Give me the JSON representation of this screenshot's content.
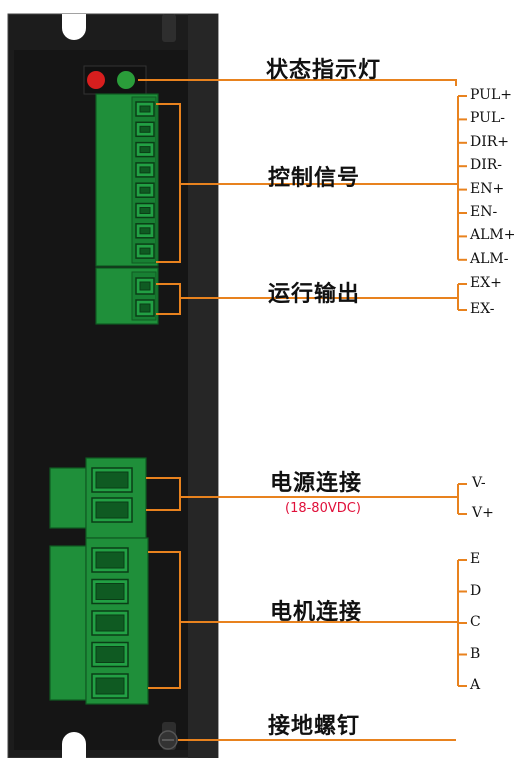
{
  "colors": {
    "leader": "#e8821e",
    "housing": "#1c1c1c",
    "housing_edge": "#3a3a3a",
    "connector": "#1f8f3a",
    "connector_dark": "#0f5a22",
    "led_red": "#d81e1e",
    "led_green": "#2a9d3a",
    "note": "#e0103a"
  },
  "sections": {
    "status_led": "状态指示灯",
    "control_signal": "控制信号",
    "run_output": "运行输出",
    "power": "电源连接",
    "power_note": "(18-80VDC)",
    "motor": "电机连接",
    "ground_screw": "接地螺钉"
  },
  "control_pins": [
    "PUL+",
    "PUL-",
    "DIR+",
    "DIR-",
    "EN+",
    "EN-",
    "ALM+",
    "ALM-"
  ],
  "output_pins": [
    "EX+",
    "EX-"
  ],
  "power_pins": [
    "V-",
    "V+"
  ],
  "motor_pins": [
    "E",
    "D",
    "C",
    "B",
    "A"
  ]
}
